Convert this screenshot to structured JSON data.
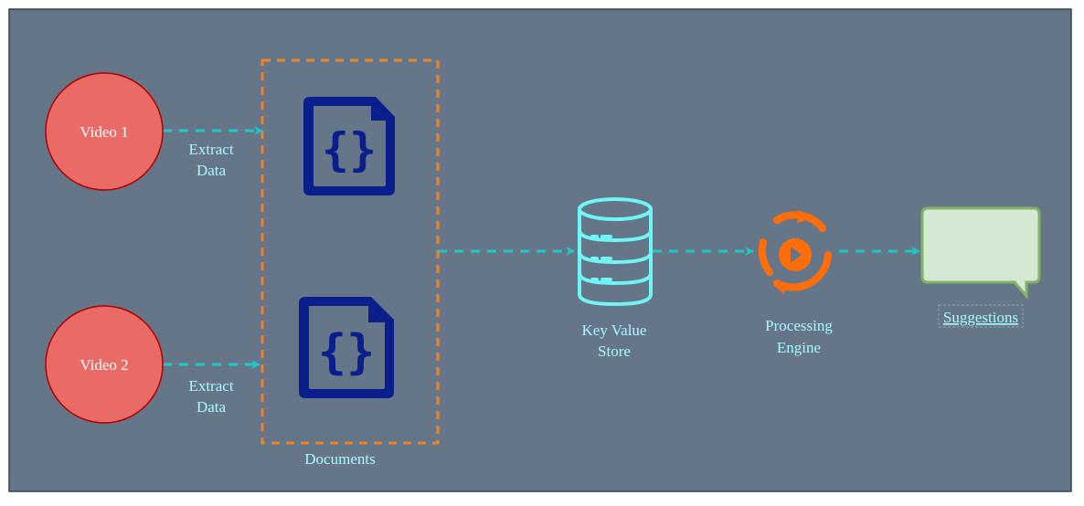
{
  "colors": {
    "background": "#647687",
    "border": "#314354",
    "video_fill": "#EA6B66",
    "video_stroke": "#B20000",
    "arrow": "#1EC8C8",
    "group_border": "#F58220",
    "doc_icon": "#0A1E8C",
    "db_icon": "#6FF5F5",
    "engine_icon": "#FF6E0A",
    "bubble_fill": "#D5E8D4",
    "bubble_stroke": "#82B366",
    "label_text": "#A8F8FF",
    "node_text": "#FFFFFF"
  },
  "nodes": {
    "video1": {
      "label": "Video 1",
      "icon": "circle"
    },
    "video2": {
      "label": "Video 2",
      "icon": "circle"
    },
    "documents": {
      "label": "Documents",
      "icon": "json-document-icon"
    },
    "store": {
      "line1": "Key Value",
      "line2": "Store",
      "icon": "database-icon"
    },
    "engine": {
      "line1": "Processing",
      "line2": "Engine",
      "icon": "processing-engine-icon"
    },
    "suggestions": {
      "label": "Suggestions",
      "icon": "speech-bubble"
    }
  },
  "edges": {
    "extract1": {
      "line1": "Extract",
      "line2": "Data"
    },
    "extract2": {
      "line1": "Extract",
      "line2": "Data"
    }
  }
}
